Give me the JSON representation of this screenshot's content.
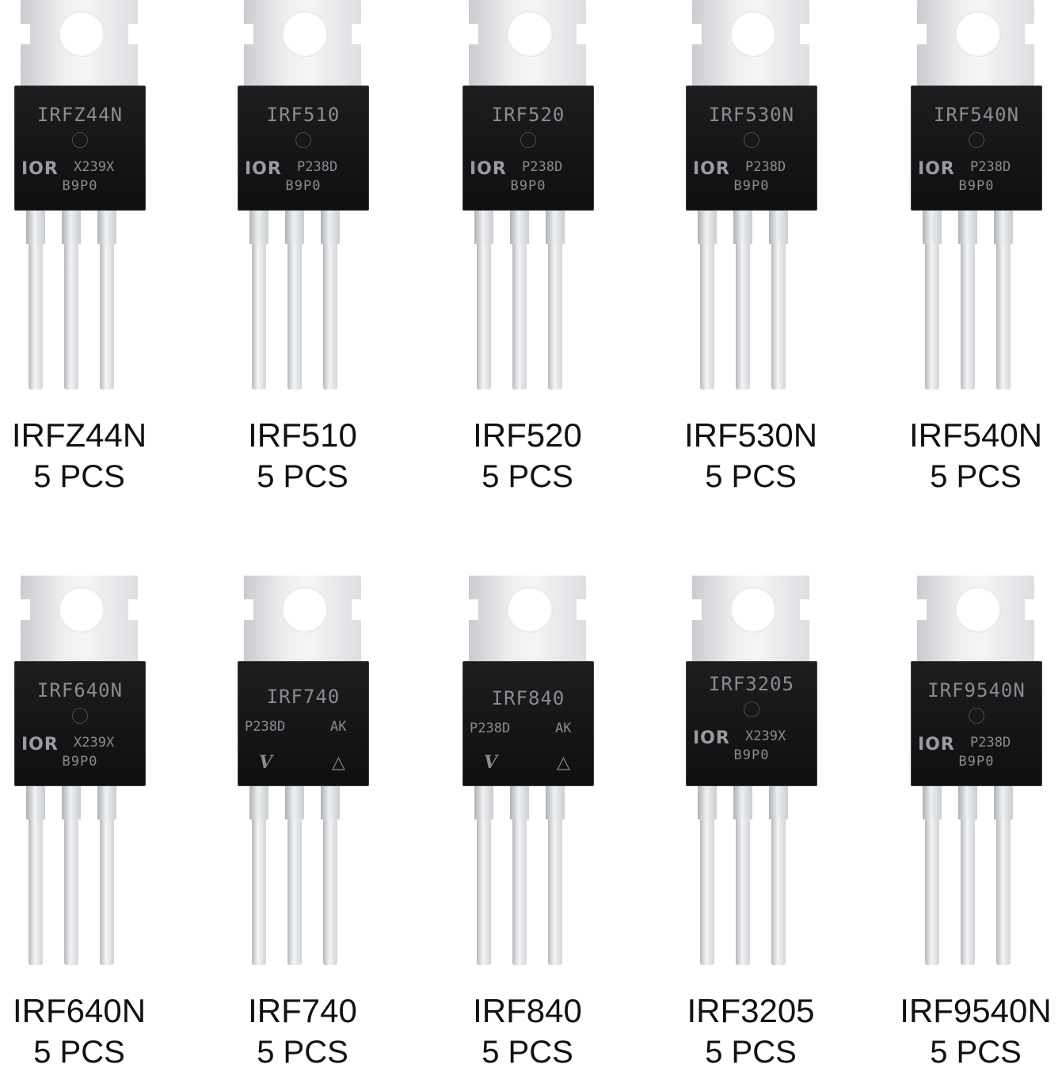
{
  "parts": [
    {
      "name": "IRFZ44N",
      "qty": "5 PCS",
      "marking": {
        "name": "IRFZ44N",
        "logo": "IOR",
        "date": "X239X",
        "lot": "B9P0"
      }
    },
    {
      "name": "IRF510",
      "qty": "5 PCS",
      "marking": {
        "name": "IRF510",
        "logo": "IOR",
        "date": "P238D",
        "lot": "B9P0"
      }
    },
    {
      "name": "IRF520",
      "qty": "5 PCS",
      "marking": {
        "name": "IRF520",
        "logo": "IOR",
        "date": "P238D",
        "lot": "B9P0"
      }
    },
    {
      "name": "IRF530N",
      "qty": "5 PCS",
      "marking": {
        "name": "IRF530N",
        "logo": "IOR",
        "date": "P238D",
        "lot": "B9P0"
      }
    },
    {
      "name": "IRF540N",
      "qty": "5 PCS",
      "marking": {
        "name": "IRF540N",
        "logo": "IOR",
        "date": "P238D",
        "lot": "B9P0"
      }
    },
    {
      "name": "IRF640N",
      "qty": "5 PCS",
      "marking": {
        "name": "IRF640N",
        "logo": "IOR",
        "date": "X239X",
        "lot": "B9P0"
      }
    },
    {
      "name": "IRF740",
      "qty": "5 PCS",
      "marking": {
        "name": "IRF740",
        "date": "P238D",
        "code": "AK"
      }
    },
    {
      "name": "IRF840",
      "qty": "5 PCS",
      "marking": {
        "name": "IRF840",
        "date": "P238D",
        "code": "AK"
      }
    },
    {
      "name": "IRF3205",
      "qty": "5 PCS",
      "marking": {
        "name": "IRF3205",
        "logo": "IOR",
        "date": "X239X",
        "lot": "B9P0"
      }
    },
    {
      "name": "IRF9540N",
      "qty": "5 PCS",
      "marking": {
        "name": "IRF9540N",
        "logo": "IOR",
        "date": "P238D",
        "lot": "B9P0"
      }
    }
  ],
  "colors": {
    "background": "#ffffff",
    "package_body": "#141516",
    "tab_metal": "#e6e8ea",
    "label_text": "#111111"
  }
}
